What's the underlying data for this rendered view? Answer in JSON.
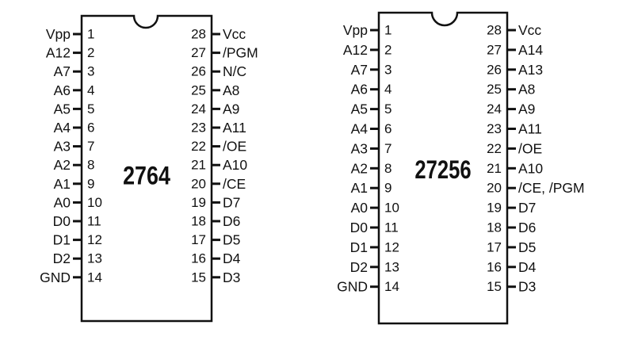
{
  "chips": [
    {
      "part": "2764",
      "left_pins": [
        {
          "num": "1",
          "name": "Vpp"
        },
        {
          "num": "2",
          "name": "A12"
        },
        {
          "num": "3",
          "name": "A7"
        },
        {
          "num": "4",
          "name": "A6"
        },
        {
          "num": "5",
          "name": "A5"
        },
        {
          "num": "6",
          "name": "A4"
        },
        {
          "num": "7",
          "name": "A3"
        },
        {
          "num": "8",
          "name": "A2"
        },
        {
          "num": "9",
          "name": "A1"
        },
        {
          "num": "10",
          "name": "A0"
        },
        {
          "num": "11",
          "name": "D0"
        },
        {
          "num": "12",
          "name": "D1"
        },
        {
          "num": "13",
          "name": "D2"
        },
        {
          "num": "14",
          "name": "GND"
        }
      ],
      "right_pins": [
        {
          "num": "28",
          "name": "Vcc"
        },
        {
          "num": "27",
          "name": "/PGM"
        },
        {
          "num": "26",
          "name": "N/C"
        },
        {
          "num": "25",
          "name": "A8"
        },
        {
          "num": "24",
          "name": "A9"
        },
        {
          "num": "23",
          "name": "A11"
        },
        {
          "num": "22",
          "name": "/OE"
        },
        {
          "num": "21",
          "name": "A10"
        },
        {
          "num": "20",
          "name": "/CE"
        },
        {
          "num": "19",
          "name": "D7"
        },
        {
          "num": "18",
          "name": "D6"
        },
        {
          "num": "17",
          "name": "D5"
        },
        {
          "num": "16",
          "name": "D4"
        },
        {
          "num": "15",
          "name": "D3"
        }
      ]
    },
    {
      "part": "27256",
      "left_pins": [
        {
          "num": "1",
          "name": "Vpp"
        },
        {
          "num": "2",
          "name": "A12"
        },
        {
          "num": "3",
          "name": "A7"
        },
        {
          "num": "4",
          "name": "A6"
        },
        {
          "num": "5",
          "name": "A5"
        },
        {
          "num": "6",
          "name": "A4"
        },
        {
          "num": "7",
          "name": "A3"
        },
        {
          "num": "8",
          "name": "A2"
        },
        {
          "num": "9",
          "name": "A1"
        },
        {
          "num": "10",
          "name": "A0"
        },
        {
          "num": "11",
          "name": "D0"
        },
        {
          "num": "12",
          "name": "D1"
        },
        {
          "num": "13",
          "name": "D2"
        },
        {
          "num": "14",
          "name": "GND"
        }
      ],
      "right_pins": [
        {
          "num": "28",
          "name": "Vcc"
        },
        {
          "num": "27",
          "name": "A14"
        },
        {
          "num": "26",
          "name": "A13"
        },
        {
          "num": "25",
          "name": "A8"
        },
        {
          "num": "24",
          "name": "A9"
        },
        {
          "num": "23",
          "name": "A11"
        },
        {
          "num": "22",
          "name": "/OE"
        },
        {
          "num": "21",
          "name": "A10"
        },
        {
          "num": "20",
          "name": "/CE, /PGM"
        },
        {
          "num": "19",
          "name": "D7"
        },
        {
          "num": "18",
          "name": "D6"
        },
        {
          "num": "17",
          "name": "D5"
        },
        {
          "num": "16",
          "name": "D4"
        },
        {
          "num": "15",
          "name": "D3"
        }
      ]
    }
  ]
}
